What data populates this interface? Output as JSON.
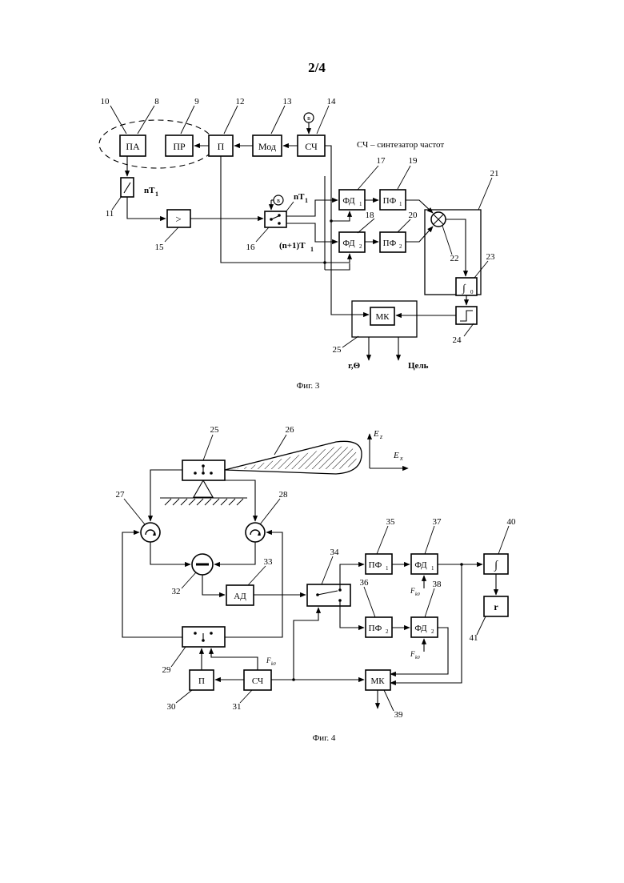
{
  "page": {
    "number": "2/4"
  },
  "fig3": {
    "caption": "Фиг. 3",
    "legend": "СЧ – синтезатор частот",
    "blocks": {
      "pa": "ПА",
      "pr": "ПР",
      "p": "П",
      "mod": "Мод",
      "sch": "СЧ",
      "amp": ">",
      "fd1": "ФД",
      "fd1_sub": "1",
      "fd2": "ФД",
      "fd2_sub": "2",
      "pf1": "ПФ",
      "pf1_sub": "1",
      "pf2": "ПФ",
      "pf2_sub": "2",
      "mk": "МК",
      "integral": "∫",
      "integral_sub": "0"
    },
    "signals": {
      "nT1": "nT",
      "nT1_sub": "1",
      "nT1_b": "nT",
      "nT1_b_sub": "1",
      "n1T1": "(n+1)T",
      "n1T1_sub": "1",
      "v_top": "в",
      "v_switch": "в",
      "out_r": "r,Θ",
      "out_target": "Цель"
    },
    "callouts": [
      "10",
      "8",
      "9",
      "12",
      "13",
      "14",
      "11",
      "15",
      "16",
      "17",
      "18",
      "19",
      "20",
      "21",
      "22",
      "23",
      "24",
      "25"
    ]
  },
  "fig4": {
    "caption": "Фиг. 4",
    "blocks": {
      "ad": "АД",
      "pf1": "ПФ",
      "pf1_sub": "1",
      "pf2": "ПФ",
      "pf2_sub": "2",
      "fd1": "ФД",
      "fd1_sub": "1",
      "fd2": "ФД",
      "fd2_sub": "2",
      "integral": "∫",
      "r": "r",
      "p": "П",
      "sch": "СЧ",
      "mk": "МК"
    },
    "signals": {
      "ez": "E",
      "ez_sub": "z",
      "ex": "E",
      "ex_sub": "x",
      "fk0_a": "F",
      "fk0_a_sub": "k0",
      "fk0_b": "F",
      "fk0_b_sub": "k0",
      "fk0_c": "F",
      "fk0_c_sub": "k0"
    },
    "callouts": [
      "25",
      "26",
      "27",
      "28",
      "32",
      "33",
      "34",
      "35",
      "36",
      "37",
      "38",
      "40",
      "41",
      "29",
      "30",
      "31",
      "39"
    ]
  }
}
